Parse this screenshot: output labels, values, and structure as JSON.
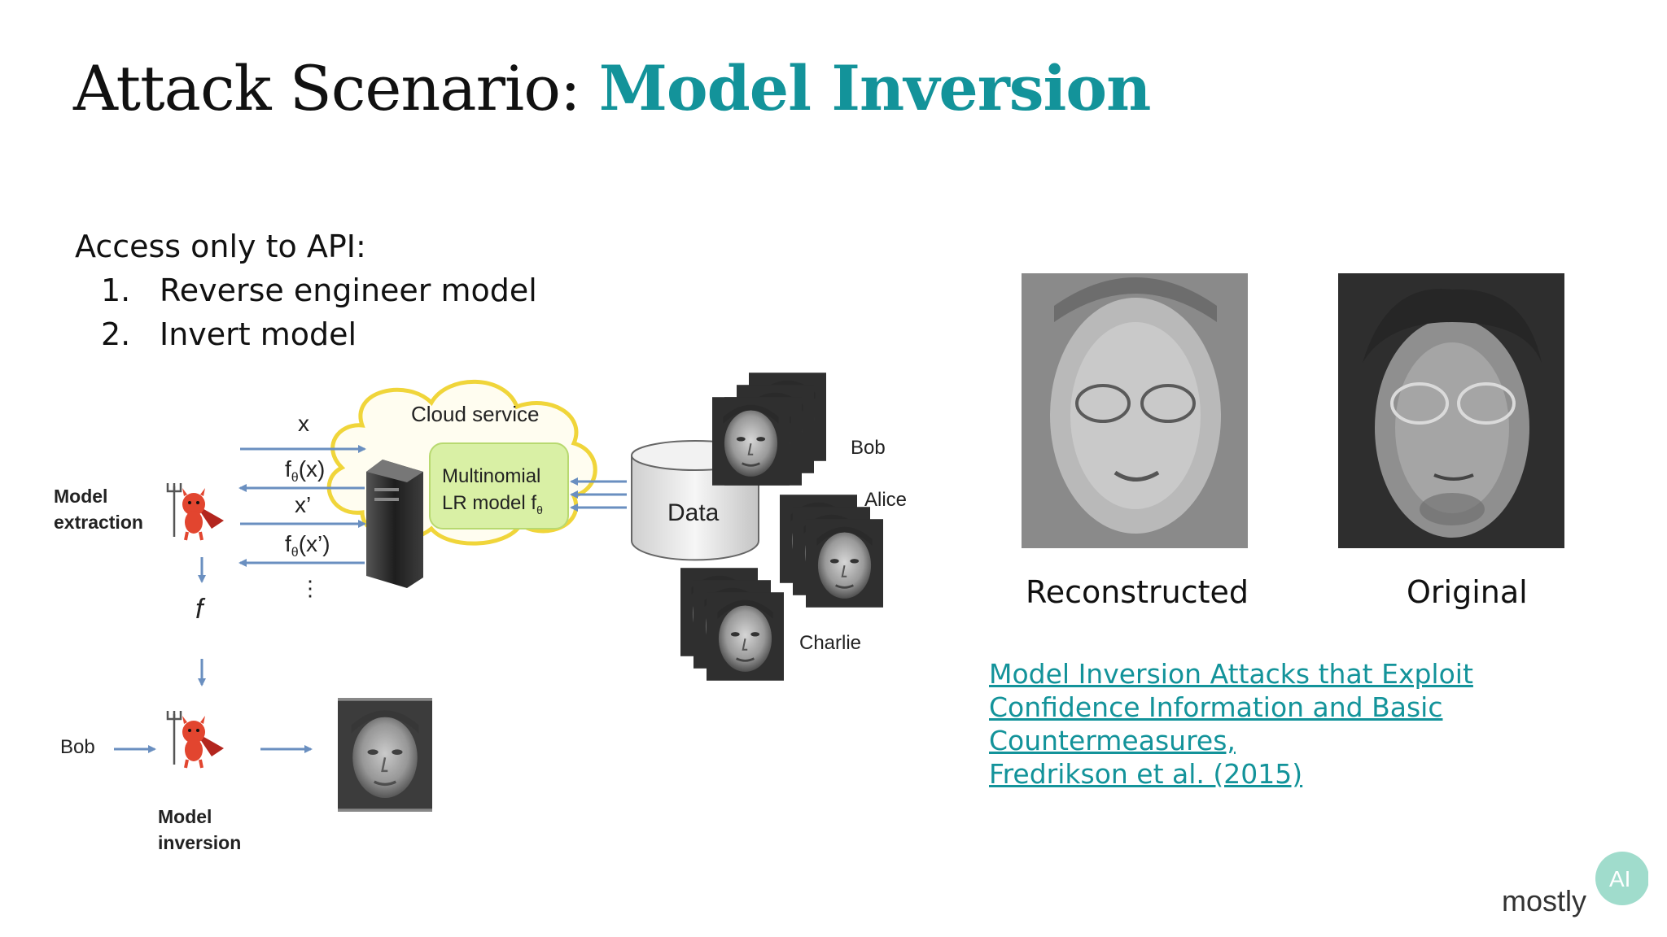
{
  "slide": {
    "title_plain": "Attack Scenario:",
    "title_accent": "Model Inversion",
    "accent_color": "#13939a"
  },
  "access": {
    "heading": "Access only to API:",
    "steps": [
      {
        "num": "1.",
        "text": "Reverse engineer model"
      },
      {
        "num": "2.",
        "text": "Invert model"
      }
    ]
  },
  "diagram": {
    "cloud_label": "Cloud service",
    "model_box_line1": "Multinomial",
    "model_box_line2": "LR model f",
    "theta": "θ",
    "data_label": "Data",
    "arrows": {
      "x": "x",
      "fx": "f",
      "fx_arg": "(x)",
      "x_prime": "x’",
      "fx_prime": "f",
      "fx_prime_arg": "(x’)",
      "dots": "⋮",
      "f_extracted": "f"
    },
    "model_extraction_line1": "Model",
    "model_extraction_line2": "extraction",
    "model_inversion_line1": "Model",
    "model_inversion_line2": "inversion",
    "bob_input": "Bob",
    "people": [
      "Bob",
      "Alice",
      "Charlie"
    ],
    "attacker_icon": "devil-icon",
    "server_icon": "server-icon"
  },
  "comparison": {
    "reconstructed_label": "Reconstructed",
    "original_label": "Original"
  },
  "reference": {
    "line1": "Model Inversion Attacks that Exploit",
    "line2": "Confidence Information and Basic",
    "line3": "Countermeasures,",
    "line4": "Fredrikson et al. (2015)"
  },
  "logo": {
    "text": "mostly",
    "badge": "AI",
    "badge_color": "#8fd6c3"
  }
}
